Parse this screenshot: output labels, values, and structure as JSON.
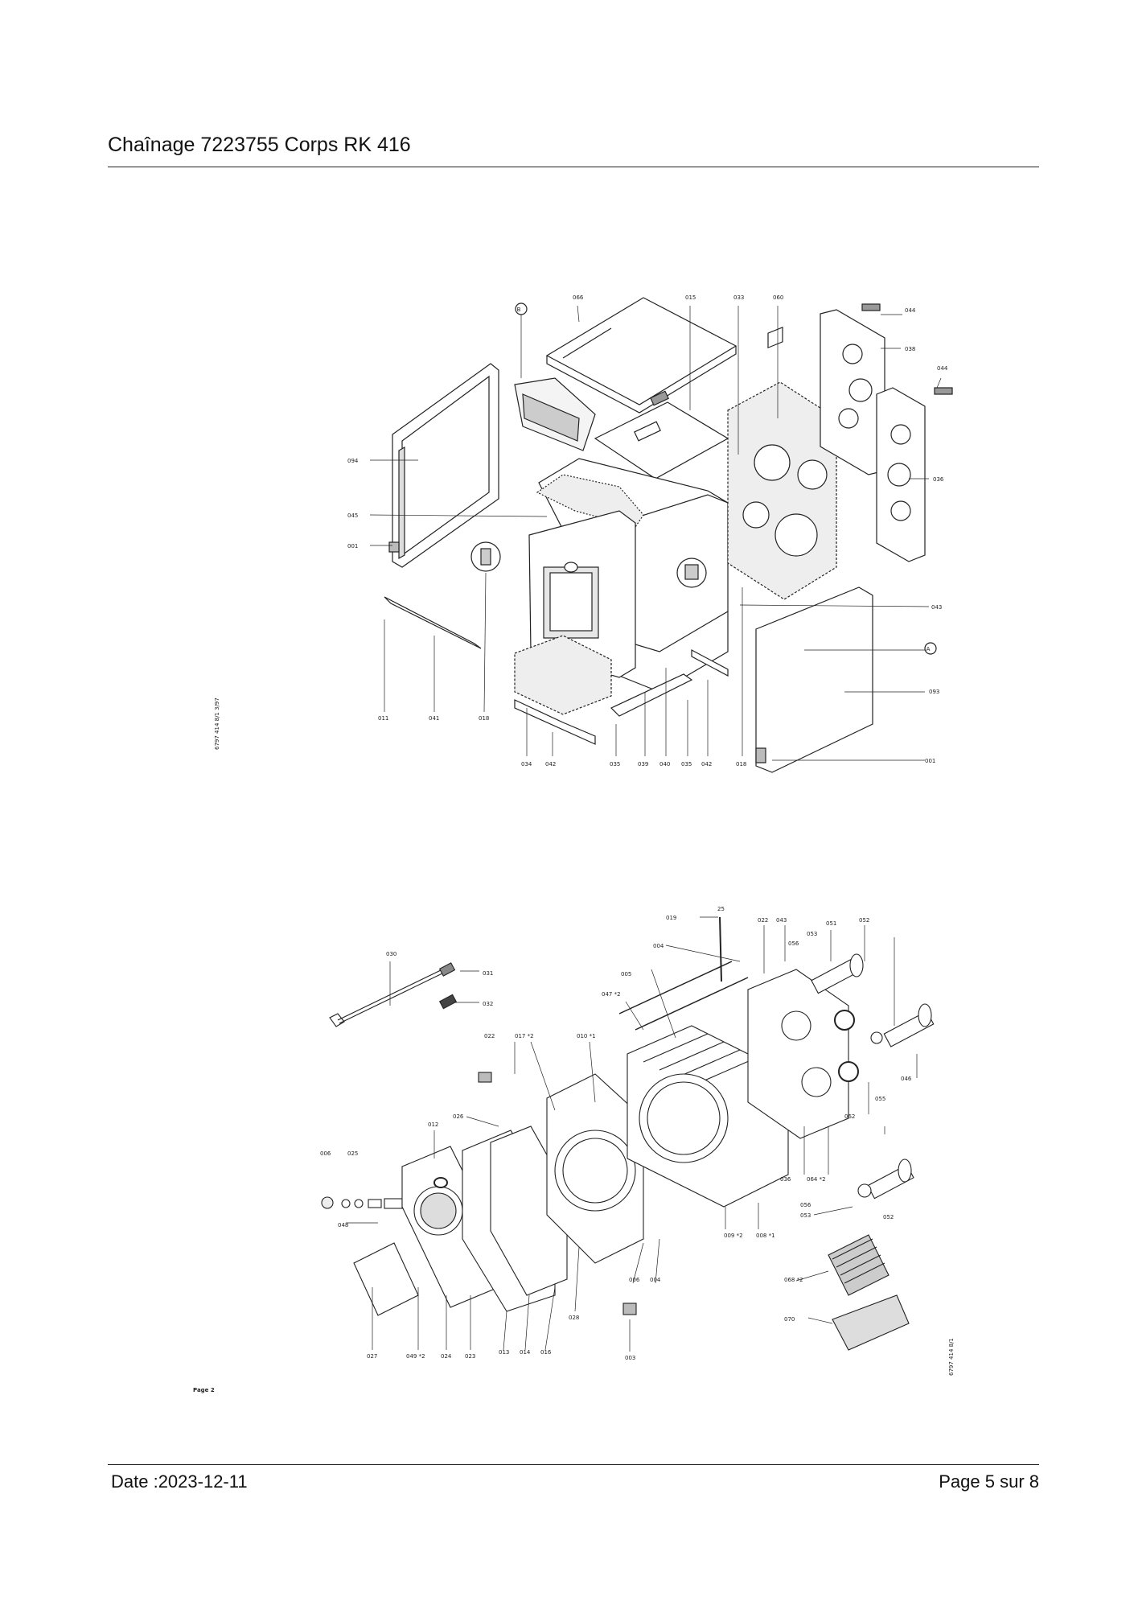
{
  "header": {
    "title": "Chaînage 7223755 Corps RK 416"
  },
  "footer": {
    "date": "Date :2023-12-11",
    "page": "Page 5 sur   8"
  },
  "diagram_top": {
    "code": "6797 414 8/1  3/97",
    "labels": {
      "l066": "066",
      "l015": "015",
      "l033": "033",
      "l060": "060",
      "l044a": "044",
      "l038": "038",
      "l044b": "044",
      "l036": "036",
      "l094": "094",
      "l045": "045",
      "l001a": "001",
      "l043": "043",
      "lA": "A",
      "lB": "B",
      "l093": "093",
      "l011": "011",
      "l041": "041",
      "l018a": "018",
      "l034": "034",
      "l042a": "042",
      "l035a": "035",
      "l039": "039",
      "l040": "040",
      "l035b": "035",
      "l042b": "042",
      "l018b": "018",
      "l001b": "001"
    }
  },
  "diagram_bottom": {
    "code": "6797 414 8/1",
    "page_note": "Page 2",
    "labels": {
      "l019": "019",
      "l025t": "25",
      "l022a": "022",
      "l043": "043",
      "l051": "051",
      "l052a": "052",
      "l053a": "053",
      "l056a": "056",
      "l030": "030",
      "l004a": "004",
      "l031": "031",
      "l032": "032",
      "l005": "005",
      "l047": "047 *2",
      "l022b": "022",
      "l017": "017 *2",
      "l010": "010 *1",
      "l046": "046",
      "l055": "055",
      "l062": "062",
      "l026": "026",
      "l012": "012",
      "l006": "006",
      "l025": "025",
      "l036": "036",
      "l064": "064 *2",
      "l056b": "056",
      "l053b": "053",
      "l052b": "052",
      "l048": "048",
      "l009": "009 *2",
      "l008": "008 *1",
      "l068": "068 *2",
      "l006b": "006",
      "l004b": "004",
      "l028": "028",
      "l070": "070",
      "l027": "027",
      "l049": "049 *2",
      "l024": "024",
      "l023": "023",
      "l013": "013",
      "l014": "014",
      "l016": "016",
      "l003": "003"
    }
  }
}
